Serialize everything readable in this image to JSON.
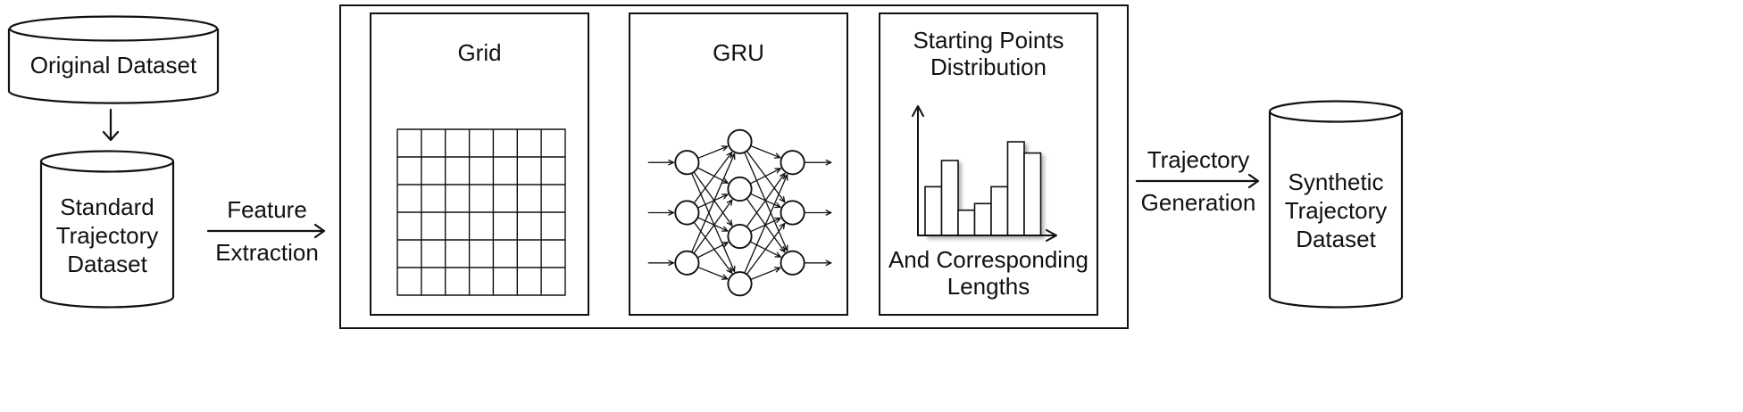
{
  "colors": {
    "ink": "#111111",
    "background": "#ffffff"
  },
  "nodes": {
    "original_dataset": "Original Dataset",
    "standard_dataset": "Standard Trajectory Dataset",
    "synthetic_dataset": "Synthetic Trajectory Dataset"
  },
  "arrows": {
    "feature_extraction": {
      "line1": "Feature",
      "line2": "Extraction"
    },
    "trajectory_generation": {
      "line1": "Trajectory",
      "line2": "Generation"
    }
  },
  "panels": {
    "grid": {
      "title": "Grid"
    },
    "gru": {
      "title": "GRU"
    },
    "distribution": {
      "title": "Starting Points Distribution",
      "caption": "And Corresponding Lengths"
    }
  },
  "figures": {
    "grid": {
      "cols": 7,
      "rows": 6
    },
    "gru_network": {
      "layers": [
        3,
        4,
        3
      ]
    }
  },
  "chart_data": {
    "type": "bar",
    "title": "Starting Points Distribution",
    "values": [
      0.52,
      0.8,
      0.27,
      0.34,
      0.52,
      1.0,
      0.88
    ],
    "ylim": [
      0,
      1
    ],
    "xlabel": "",
    "ylabel": ""
  }
}
